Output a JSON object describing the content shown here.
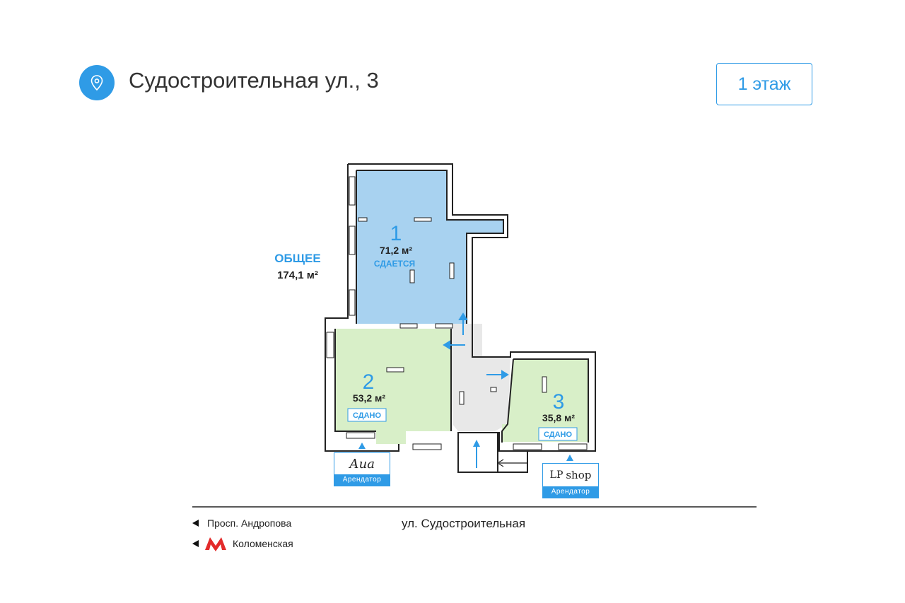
{
  "header": {
    "address": "Судостроительная ул., 3",
    "floor_label": "1 этаж"
  },
  "total": {
    "label": "ОБЩЕЕ",
    "area": "174,1 м²"
  },
  "rooms": [
    {
      "number": "1",
      "area": "71,2 м²",
      "status": "СДАЕТСЯ",
      "color": "#a8d2f0"
    },
    {
      "number": "2",
      "area": "53,2 м²",
      "status": "СДАНО",
      "color": "#d8efc8"
    },
    {
      "number": "3",
      "area": "35,8 м²",
      "status": "СДАНО",
      "color": "#d8efc8"
    }
  ],
  "tenants": [
    {
      "logo_text": "Аиа",
      "caption": "Арендатор"
    },
    {
      "logo_text": "shop",
      "logo_mark": "LP",
      "caption": "Арендатор"
    }
  ],
  "streets": {
    "left_1": "Просп. Андропова",
    "left_2": "Коломенская",
    "main": "ул. Судостроительная"
  },
  "colors": {
    "accent": "#2f9be6",
    "metro_red": "#e32b2b",
    "wall": "#222222"
  },
  "icons": [
    "map-pin-icon",
    "metro-icon",
    "arrow-left-icon",
    "entrance-arrow-icon"
  ]
}
